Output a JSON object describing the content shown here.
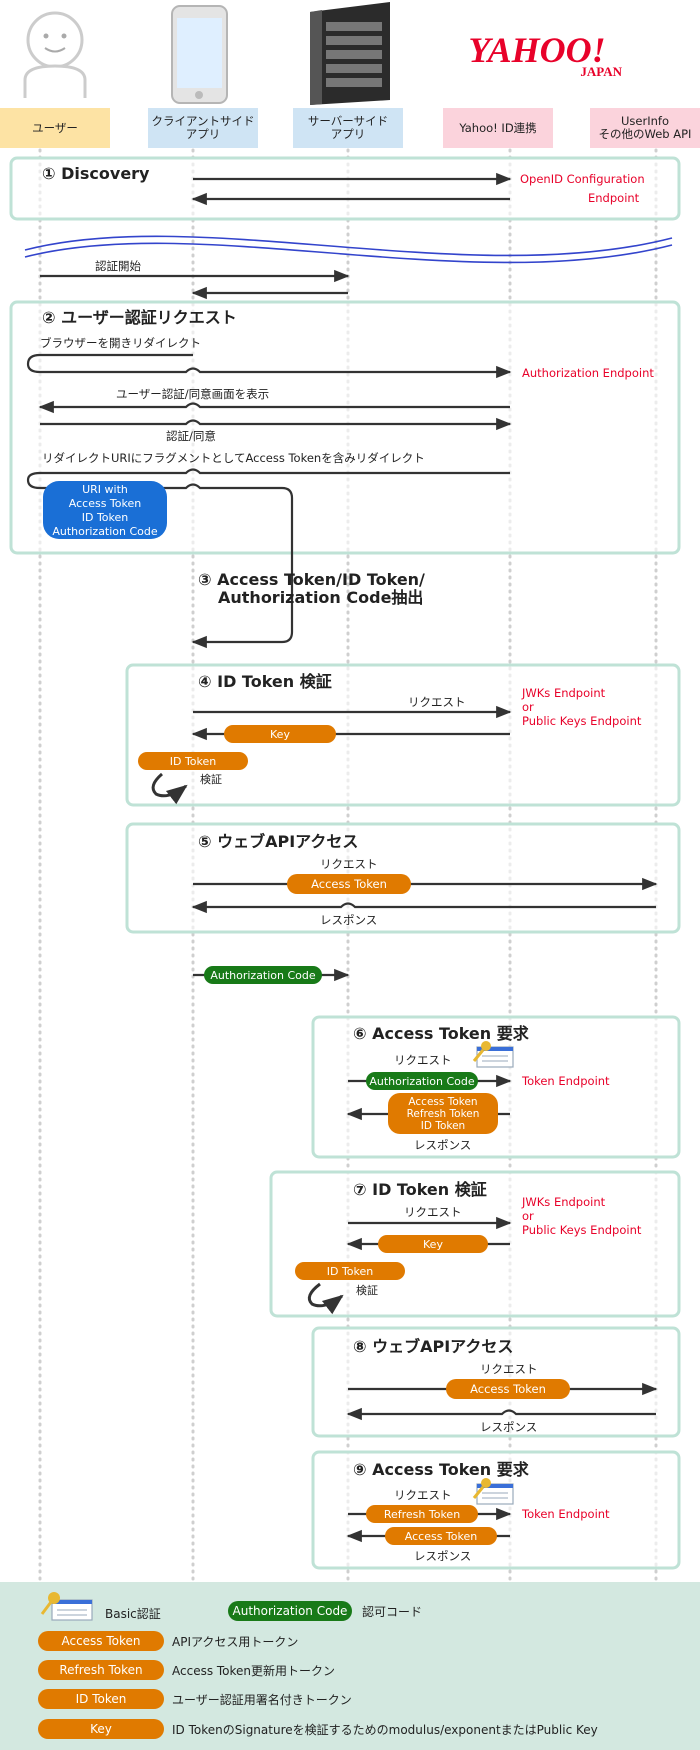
{
  "brand": {
    "logo_text": "YAHOO!",
    "logo_sub": "JAPAN",
    "logo_color": "#e8022a"
  },
  "colors": {
    "orange": "#e07a00",
    "green": "#187a18",
    "blue": "#1a6fd6",
    "red": "#e8022a",
    "box_border": "#bfe2d6",
    "legend_bg": "#d3e8e0"
  },
  "lanes": [
    {
      "label": "ユーザー",
      "bg": "#fde3a4"
    },
    {
      "label": "クライアントサイド\nアプリ",
      "bg": "#cfe4f4"
    },
    {
      "label": "サーバーサイド\nアプリ",
      "bg": "#cfe4f4"
    },
    {
      "label": "Yahoo! ID連携",
      "bg": "#fbd3dc"
    },
    {
      "label": "UserInfo\nその他のWeb API",
      "bg": "#fbd3dc"
    }
  ],
  "icons": {
    "user": "user-avatar-icon",
    "phone": "smartphone-icon",
    "server": "server-icon",
    "basic_auth": "key-card-icon",
    "loop": "curved-arrow-icon"
  },
  "steps": {
    "s1": {
      "title": "① Discovery",
      "endpoint_line1": "OpenID Configuration",
      "endpoint_line2": "Endpoint"
    },
    "pre2": {
      "label": "認証開始"
    },
    "s2": {
      "title": "② ユーザー認証リクエスト",
      "redirect": "ブラウザーを開きリダイレクト",
      "endpoint": "Authorization Endpoint",
      "show_screen": "ユーザー認証/同意画面を表示",
      "consent": "認証/同意",
      "fragment_redirect": "リダイレクトURIにフラグメントとしてAccess Tokenを含みリダイレクト",
      "bubble": [
        "URI with",
        "Access Token",
        "ID Token",
        "Authorization Code"
      ]
    },
    "s3": {
      "title_line1": "③ Access Token/ID Token/",
      "title_line2": "Authorization Code抽出"
    },
    "s4": {
      "title": "④ ID Token 検証",
      "request": "リクエスト",
      "key": "Key",
      "id_token": "ID Token",
      "verify": "検証",
      "endpoint": [
        "JWKs Endpoint",
        "or",
        "Public Keys Endpoint"
      ]
    },
    "s5": {
      "title": "⑤ ウェブAPIアクセス",
      "request": "リクエスト",
      "token": "Access Token",
      "response": "レスポンス"
    },
    "auth_code_pass": {
      "label": "Authorization Code"
    },
    "s6": {
      "title": "⑥ Access Token 要求",
      "request": "リクエスト",
      "code": "Authorization Code",
      "endpoint": "Token Endpoint",
      "tokens": [
        "Access Token",
        "Refresh Token",
        "ID Token"
      ],
      "response": "レスポンス"
    },
    "s7": {
      "title": "⑦ ID Token 検証",
      "request": "リクエスト",
      "key": "Key",
      "id_token": "ID Token",
      "verify": "検証",
      "endpoint": [
        "JWKs Endpoint",
        "or",
        "Public Keys Endpoint"
      ]
    },
    "s8": {
      "title": "⑧ ウェブAPIアクセス",
      "request": "リクエスト",
      "token": "Access Token",
      "response": "レスポンス"
    },
    "s9": {
      "title": "⑨ Access Token 要求",
      "request": "リクエスト",
      "refresh": "Refresh Token",
      "endpoint": "Token Endpoint",
      "access": "Access Token",
      "response": "レスポンス"
    }
  },
  "legend": {
    "basic": "Basic認証",
    "auth_code_pill": "Authorization Code",
    "auth_code_desc": "認可コード",
    "items": [
      {
        "pill": "Access Token",
        "desc": "APIアクセス用トークン"
      },
      {
        "pill": "Refresh Token",
        "desc": "Access Token更新用トークン"
      },
      {
        "pill": "ID Token",
        "desc": "ユーザー認証用署名付きトークン"
      },
      {
        "pill": "Key",
        "desc": "ID TokenのSignatureを検証するためのmodulus/exponentまたはPublic Key"
      }
    ]
  }
}
